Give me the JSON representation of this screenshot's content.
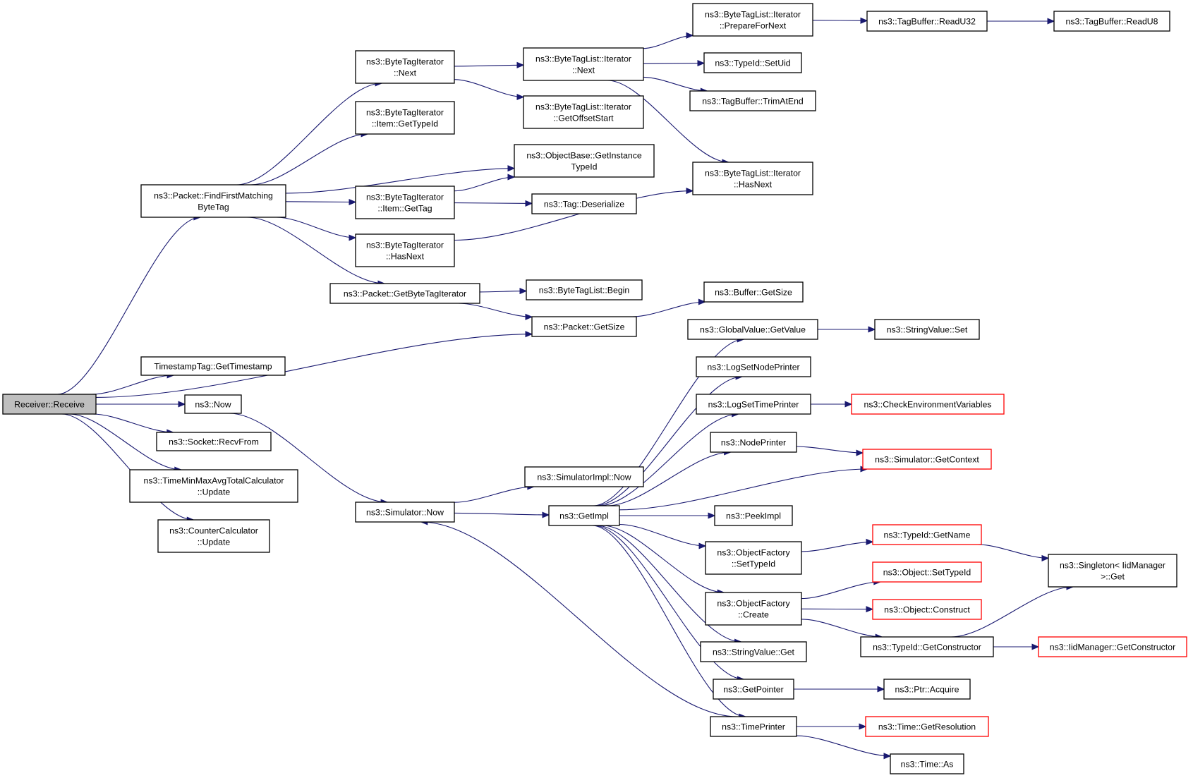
{
  "diagram": {
    "colors": {
      "edge": "#191970",
      "node_border": "#000000",
      "truncated_border": "#ff0000",
      "root_fill": "#bfbfbf",
      "node_fill": "#ffffff"
    },
    "nodes": [
      {
        "id": "receiver_receive",
        "lines": [
          "Receiver::Receive"
        ],
        "root": true
      },
      {
        "id": "find_first_matching",
        "lines": [
          "ns3::Packet::FindFirstMatching",
          "ByteTag"
        ]
      },
      {
        "id": "timestamp_get",
        "lines": [
          "TimestampTag::GetTimestamp"
        ]
      },
      {
        "id": "ns3_now",
        "lines": [
          "ns3::Now"
        ]
      },
      {
        "id": "socket_recvfrom",
        "lines": [
          "ns3::Socket::RecvFrom"
        ]
      },
      {
        "id": "timeminmax_update",
        "lines": [
          "ns3::TimeMinMaxAvgTotalCalculator",
          "::Update"
        ]
      },
      {
        "id": "counter_update",
        "lines": [
          "ns3::CounterCalculator",
          "::Update"
        ]
      },
      {
        "id": "bti_next",
        "lines": [
          "ns3::ByteTagIterator",
          "::Next"
        ]
      },
      {
        "id": "bti_item_gettypeid",
        "lines": [
          "ns3::ByteTagIterator",
          "::Item::GetTypeId"
        ]
      },
      {
        "id": "bti_item_gettag",
        "lines": [
          "ns3::ByteTagIterator",
          "::Item::GetTag"
        ]
      },
      {
        "id": "bti_hasnext",
        "lines": [
          "ns3::ByteTagIterator",
          "::HasNext"
        ]
      },
      {
        "id": "packet_getbytetagiterator",
        "lines": [
          "ns3::Packet::GetByteTagIterator"
        ]
      },
      {
        "id": "packet_getsize",
        "lines": [
          "ns3::Packet::GetSize"
        ]
      },
      {
        "id": "simulator_now",
        "lines": [
          "ns3::Simulator::Now"
        ]
      },
      {
        "id": "btli_next",
        "lines": [
          "ns3::ByteTagList::Iterator",
          "::Next"
        ]
      },
      {
        "id": "btli_getoffsetstart",
        "lines": [
          "ns3::ByteTagList::Iterator",
          "::GetOffsetStart"
        ]
      },
      {
        "id": "objectbase_getinstancetypeid",
        "lines": [
          "ns3::ObjectBase::GetInstance",
          "TypeId"
        ]
      },
      {
        "id": "tag_deserialize",
        "lines": [
          "ns3::Tag::Deserialize"
        ]
      },
      {
        "id": "btl_begin",
        "lines": [
          "ns3::ByteTagList::Begin"
        ]
      },
      {
        "id": "simulatorimpl_now",
        "lines": [
          "ns3::SimulatorImpl::Now"
        ]
      },
      {
        "id": "getimpl",
        "lines": [
          "ns3::GetImpl"
        ]
      },
      {
        "id": "btli_preparefornext",
        "lines": [
          "ns3::ByteTagList::Iterator",
          "::PrepareForNext"
        ]
      },
      {
        "id": "typeid_setuid",
        "lines": [
          "ns3::TypeId::SetUid"
        ]
      },
      {
        "id": "tagbuffer_trimatend",
        "lines": [
          "ns3::TagBuffer::TrimAtEnd"
        ]
      },
      {
        "id": "btli_hasnext",
        "lines": [
          "ns3::ByteTagList::Iterator",
          "::HasNext"
        ]
      },
      {
        "id": "buffer_getsize",
        "lines": [
          "ns3::Buffer::GetSize"
        ]
      },
      {
        "id": "globalvalue_getvalue",
        "lines": [
          "ns3::GlobalValue::GetValue"
        ]
      },
      {
        "id": "logsetnodeprinter",
        "lines": [
          "ns3::LogSetNodePrinter"
        ]
      },
      {
        "id": "logsettimeprinter",
        "lines": [
          "ns3::LogSetTimePrinter"
        ]
      },
      {
        "id": "nodeprinter",
        "lines": [
          "ns3::NodePrinter"
        ]
      },
      {
        "id": "peekimpl",
        "lines": [
          "ns3::PeekImpl"
        ]
      },
      {
        "id": "objectfactory_settypeid",
        "lines": [
          "ns3::ObjectFactory",
          "::SetTypeId"
        ]
      },
      {
        "id": "objectfactory_create",
        "lines": [
          "ns3::ObjectFactory",
          "::Create"
        ]
      },
      {
        "id": "stringvalue_get",
        "lines": [
          "ns3::StringValue::Get"
        ]
      },
      {
        "id": "getpointer",
        "lines": [
          "ns3::GetPointer"
        ]
      },
      {
        "id": "timeprinter",
        "lines": [
          "ns3::TimePrinter"
        ]
      },
      {
        "id": "tagbuffer_readu32",
        "lines": [
          "ns3::TagBuffer::ReadU32"
        ]
      },
      {
        "id": "tagbuffer_readu8",
        "lines": [
          "ns3::TagBuffer::ReadU8"
        ]
      },
      {
        "id": "stringvalue_set",
        "lines": [
          "ns3::StringValue::Set"
        ]
      },
      {
        "id": "checkenvironmentvariables",
        "lines": [
          "ns3::CheckEnvironmentVariables"
        ],
        "truncated": true
      },
      {
        "id": "simulator_getcontext",
        "lines": [
          "ns3::Simulator::GetContext"
        ],
        "truncated": true
      },
      {
        "id": "typeid_getname",
        "lines": [
          "ns3::TypeId::GetName"
        ],
        "truncated": true
      },
      {
        "id": "object_settypeid",
        "lines": [
          "ns3::Object::SetTypeId"
        ],
        "truncated": true
      },
      {
        "id": "object_construct",
        "lines": [
          "ns3::Object::Construct"
        ],
        "truncated": true
      },
      {
        "id": "typeid_getconstructor",
        "lines": [
          "ns3::TypeId::GetConstructor"
        ]
      },
      {
        "id": "ptr_acquire",
        "lines": [
          "ns3::Ptr::Acquire"
        ]
      },
      {
        "id": "time_getresolution",
        "lines": [
          "ns3::Time::GetResolution"
        ],
        "truncated": true
      },
      {
        "id": "time_as",
        "lines": [
          "ns3::Time::As"
        ]
      },
      {
        "id": "singleton_get",
        "lines": [
          "ns3::Singleton< IidManager",
          ">::Get"
        ]
      },
      {
        "id": "iidmanager_getconstructor",
        "lines": [
          "ns3::IidManager::GetConstructor"
        ],
        "truncated": true
      }
    ],
    "edges": [
      [
        "receiver_receive",
        "find_first_matching"
      ],
      [
        "receiver_receive",
        "packet_getsize"
      ],
      [
        "receiver_receive",
        "timestamp_get"
      ],
      [
        "receiver_receive",
        "ns3_now"
      ],
      [
        "receiver_receive",
        "socket_recvfrom"
      ],
      [
        "receiver_receive",
        "timeminmax_update"
      ],
      [
        "receiver_receive",
        "counter_update"
      ],
      [
        "find_first_matching",
        "bti_next"
      ],
      [
        "find_first_matching",
        "bti_item_gettypeid"
      ],
      [
        "find_first_matching",
        "objectbase_getinstancetypeid"
      ],
      [
        "find_first_matching",
        "bti_item_gettag"
      ],
      [
        "find_first_matching",
        "bti_hasnext"
      ],
      [
        "find_first_matching",
        "packet_getbytetagiterator"
      ],
      [
        "bti_next",
        "btli_next"
      ],
      [
        "bti_next",
        "btli_getoffsetstart"
      ],
      [
        "bti_item_gettag",
        "objectbase_getinstancetypeid"
      ],
      [
        "bti_item_gettag",
        "tag_deserialize"
      ],
      [
        "bti_hasnext",
        "btli_hasnext"
      ],
      [
        "packet_getbytetagiterator",
        "btl_begin"
      ],
      [
        "packet_getbytetagiterator",
        "packet_getsize"
      ],
      [
        "packet_getsize",
        "buffer_getsize"
      ],
      [
        "btli_next",
        "btli_preparefornext"
      ],
      [
        "btli_next",
        "typeid_setuid"
      ],
      [
        "btli_next",
        "tagbuffer_trimatend"
      ],
      [
        "btli_next",
        "btli_hasnext"
      ],
      [
        "btli_preparefornext",
        "tagbuffer_readu32"
      ],
      [
        "tagbuffer_readu32",
        "tagbuffer_readu8"
      ],
      [
        "ns3_now",
        "simulator_now"
      ],
      [
        "simulator_now",
        "simulatorimpl_now"
      ],
      [
        "simulator_now",
        "getimpl"
      ],
      [
        "getimpl",
        "globalvalue_getvalue"
      ],
      [
        "getimpl",
        "logsetnodeprinter"
      ],
      [
        "getimpl",
        "logsettimeprinter"
      ],
      [
        "getimpl",
        "nodeprinter"
      ],
      [
        "getimpl",
        "simulator_getcontext"
      ],
      [
        "getimpl",
        "peekimpl"
      ],
      [
        "getimpl",
        "objectfactory_settypeid"
      ],
      [
        "getimpl",
        "objectfactory_create"
      ],
      [
        "getimpl",
        "stringvalue_get"
      ],
      [
        "getimpl",
        "getpointer"
      ],
      [
        "getimpl",
        "timeprinter"
      ],
      [
        "globalvalue_getvalue",
        "stringvalue_set"
      ],
      [
        "logsettimeprinter",
        "checkenvironmentvariables"
      ],
      [
        "nodeprinter",
        "simulator_getcontext"
      ],
      [
        "objectfactory_settypeid",
        "typeid_getname"
      ],
      [
        "objectfactory_create",
        "object_settypeid"
      ],
      [
        "objectfactory_create",
        "object_construct"
      ],
      [
        "objectfactory_create",
        "typeid_getconstructor"
      ],
      [
        "typeid_getname",
        "singleton_get"
      ],
      [
        "typeid_getconstructor",
        "singleton_get"
      ],
      [
        "typeid_getconstructor",
        "iidmanager_getconstructor"
      ],
      [
        "getpointer",
        "ptr_acquire"
      ],
      [
        "timeprinter",
        "simulator_now"
      ],
      [
        "timeprinter",
        "time_getresolution"
      ],
      [
        "timeprinter",
        "time_as"
      ]
    ]
  }
}
